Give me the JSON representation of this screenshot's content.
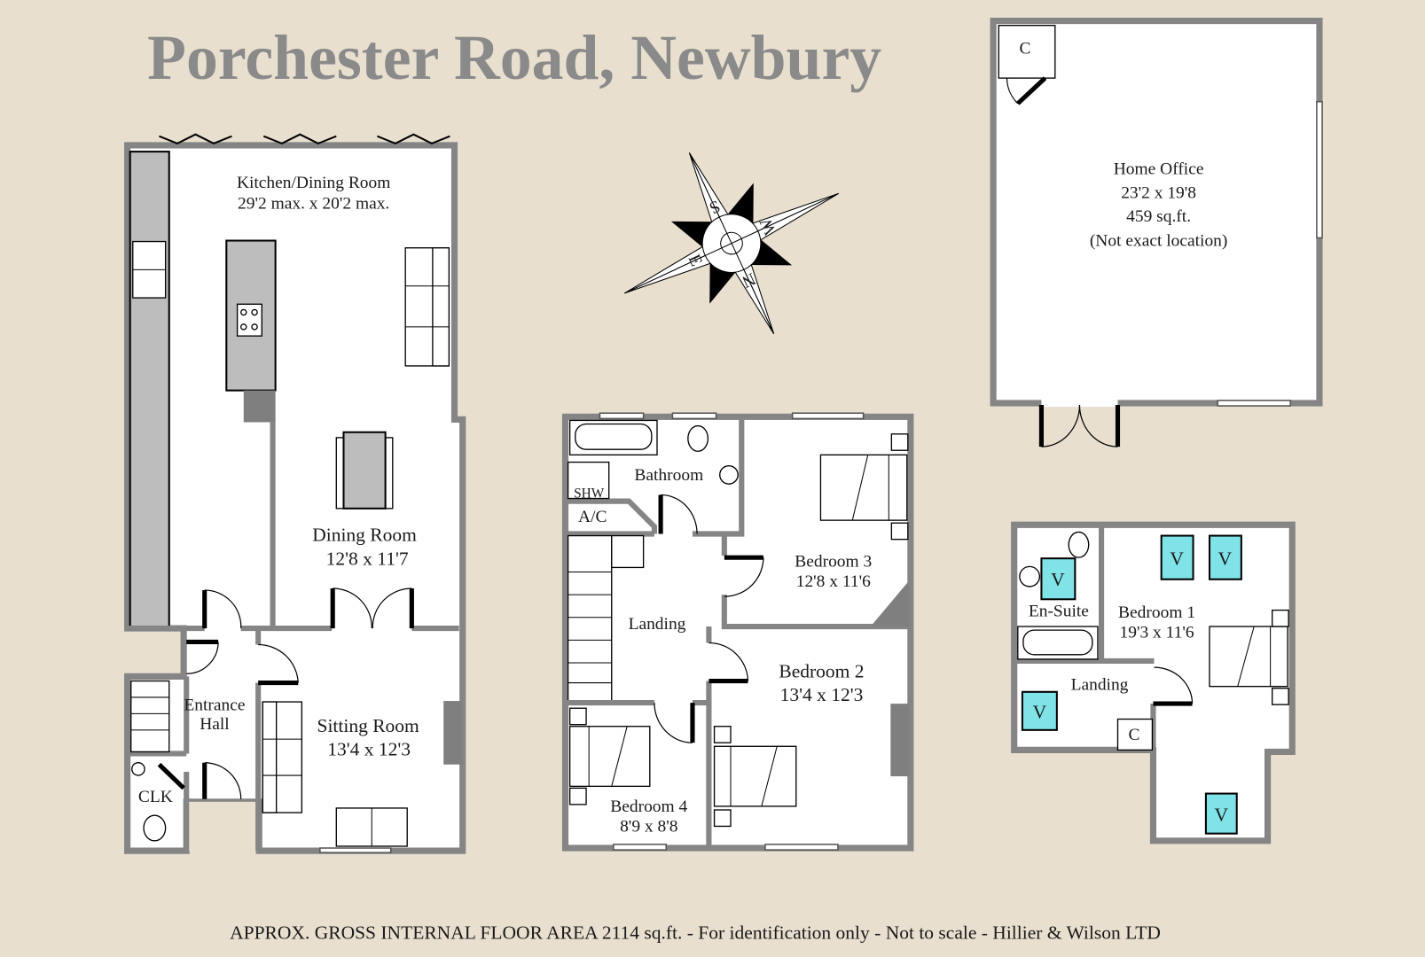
{
  "title": "Porchester Road, Newbury",
  "footer": "APPROX. GROSS INTERNAL FLOOR AREA 2114 sq.ft. - For identification only - Not to scale - Hillier & Wilson LTD",
  "colors": {
    "background": "#e8dfcf",
    "wall": "#858585",
    "velux": "#7fe3e8",
    "title": "#8a8a8a"
  },
  "compass": {
    "n": "N",
    "s": "S",
    "e": "E",
    "w": "W"
  },
  "ground_floor": {
    "kitchen": {
      "name": "Kitchen/Dining Room",
      "size": "29'2 max. x 20'2 max."
    },
    "dining": {
      "name": "Dining Room",
      "size": "12'8 x 11'7"
    },
    "entrance": {
      "name_line1": "Entrance",
      "name_line2": "Hall"
    },
    "sitting": {
      "name": "Sitting Room",
      "size": "13'4 x 12'3"
    },
    "clk": {
      "name": "CLK"
    }
  },
  "first_floor": {
    "bathroom": {
      "name": "Bathroom"
    },
    "shower": {
      "name": "SHW"
    },
    "airing": {
      "name": "A/C"
    },
    "landing": {
      "name": "Landing"
    },
    "bedroom3": {
      "name": "Bedroom 3",
      "size": "12'8 x 11'6"
    },
    "bedroom2": {
      "name": "Bedroom 2",
      "size": "13'4 x 12'3"
    },
    "bedroom4": {
      "name": "Bedroom 4",
      "size": "8'9 x 8'8"
    }
  },
  "second_floor": {
    "ensuite": {
      "name": "En-Suite"
    },
    "bedroom1": {
      "name": "Bedroom 1",
      "size": "19'3 x 11'6"
    },
    "landing": {
      "name": "Landing"
    },
    "cupboard": {
      "name": "C"
    },
    "velux": "V"
  },
  "home_office": {
    "name": "Home Office",
    "size": "23'2 x 19'8",
    "area": "459 sq.ft.",
    "note": "(Not exact location)",
    "cupboard": "C"
  }
}
